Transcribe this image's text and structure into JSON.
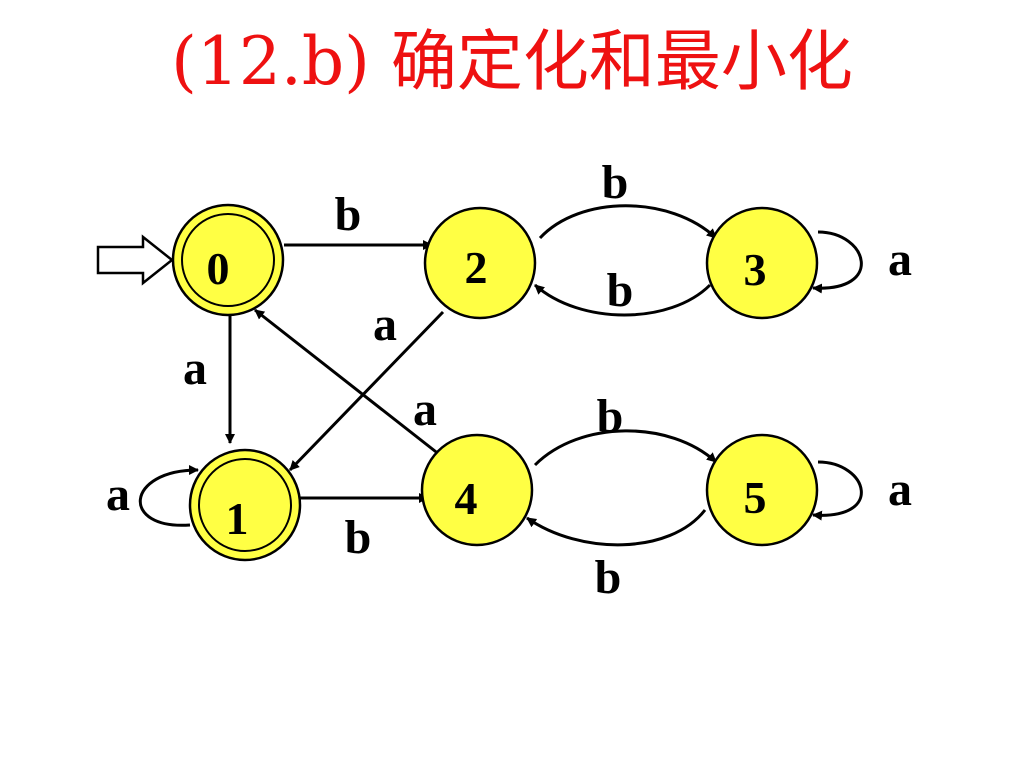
{
  "title": "(12.b) 确定化和最小化",
  "states": [
    {
      "id": "0",
      "label": "0",
      "accepting": true,
      "initial": true
    },
    {
      "id": "1",
      "label": "1",
      "accepting": true,
      "initial": false
    },
    {
      "id": "2",
      "label": "2",
      "accepting": false,
      "initial": false
    },
    {
      "id": "3",
      "label": "3",
      "accepting": false,
      "initial": false
    },
    {
      "id": "4",
      "label": "4",
      "accepting": false,
      "initial": false
    },
    {
      "id": "5",
      "label": "5",
      "accepting": false,
      "initial": false
    }
  ],
  "transitions": [
    {
      "from": "0",
      "to": "2",
      "label": "b"
    },
    {
      "from": "0",
      "to": "1",
      "label": "a"
    },
    {
      "from": "2",
      "to": "3",
      "label": "b"
    },
    {
      "from": "3",
      "to": "2",
      "label": "b"
    },
    {
      "from": "3",
      "to": "3",
      "label": "a"
    },
    {
      "from": "2",
      "to": "1",
      "label": "a"
    },
    {
      "from": "4",
      "to": "0",
      "label": "a"
    },
    {
      "from": "1",
      "to": "1",
      "label": "a"
    },
    {
      "from": "1",
      "to": "4",
      "label": "b"
    },
    {
      "from": "4",
      "to": "5",
      "label": "b"
    },
    {
      "from": "5",
      "to": "4",
      "label": "b"
    },
    {
      "from": "5",
      "to": "5",
      "label": "a"
    }
  ],
  "colors": {
    "state_fill": "#ffff44",
    "title": "#ee1111",
    "stroke": "#000000"
  }
}
